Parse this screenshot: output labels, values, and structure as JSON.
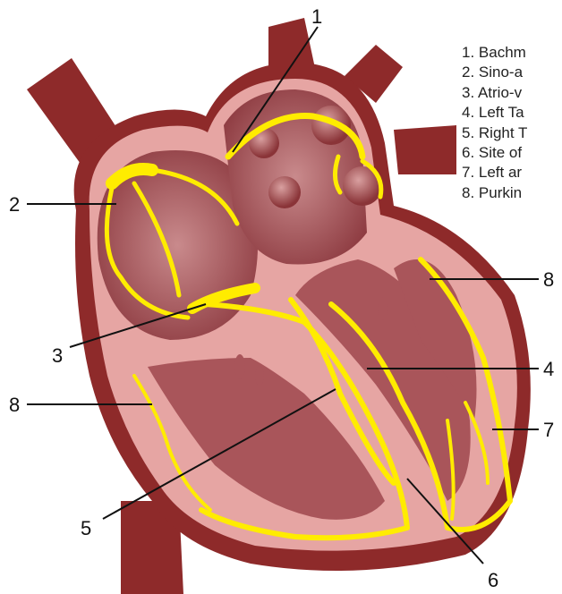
{
  "legend": [
    "1. Bachm",
    "2. Sino-a",
    "3. Atrio-v",
    "4. Left Ta",
    "5. Right T",
    "6. Site of",
    "7. Left ar",
    "8. Purkin"
  ],
  "callouts": [
    "1",
    "2",
    "3",
    "8",
    "4",
    "7",
    "5",
    "6",
    "8"
  ],
  "colors": {
    "conduction": "#ffec00",
    "muscle": "#8e2a2a",
    "chamber": "#e6a5a3",
    "inner": "#a9555a"
  }
}
